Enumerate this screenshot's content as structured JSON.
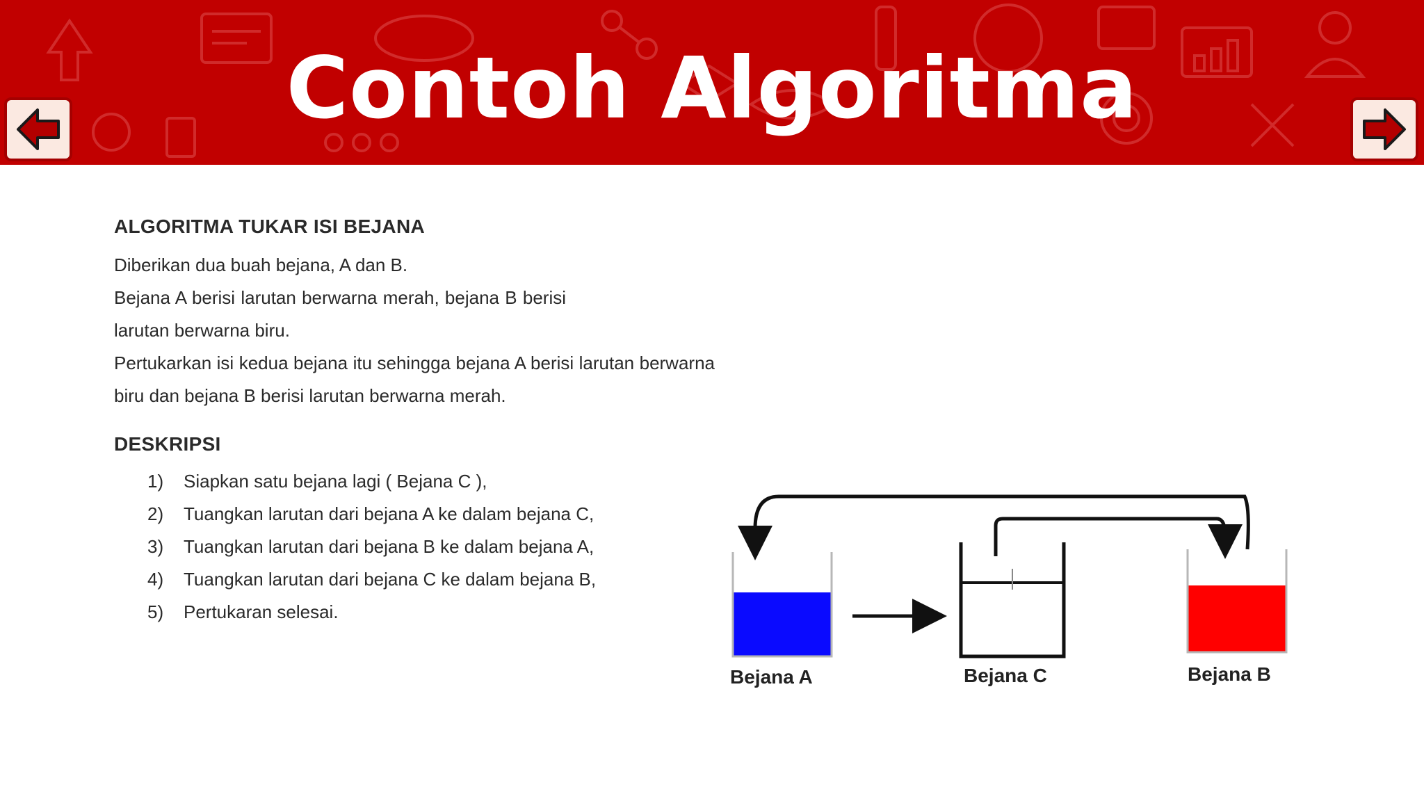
{
  "slide": {
    "title": "Contoh Algoritma"
  },
  "navigation": {
    "prev_icon": "arrow-left-icon",
    "next_icon": "arrow-right-icon"
  },
  "colors": {
    "header": "#c10000",
    "blue_liquid": "#0a0aff",
    "red_liquid": "#ff0000"
  },
  "content": {
    "heading": "ALGORITMA TUKAR ISI BEJANA",
    "paragraphs": [
      "Diberikan dua buah bejana, A dan B.",
      "Bejana A berisi larutan berwarna merah, bejana B berisi larutan berwarna biru.",
      "Pertukarkan isi kedua bejana itu sehingga bejana A berisi larutan berwarna biru dan bejana B berisi larutan berwarna merah."
    ],
    "description_heading": "DESKRIPSI",
    "steps": [
      {
        "num": "1)",
        "text": "Siapkan satu bejana lagi ( Bejana C ),"
      },
      {
        "num": "2)",
        "text": "Tuangkan larutan dari bejana A ke dalam bejana C,"
      },
      {
        "num": "3)",
        "text": "Tuangkan larutan dari bejana B ke dalam bejana A,"
      },
      {
        "num": "4)",
        "text": "Tuangkan larutan dari bejana C ke dalam bejana B,"
      },
      {
        "num": "5)",
        "text": "Pertukaran selesai."
      }
    ]
  },
  "diagram": {
    "vessels": [
      {
        "label": "Bejana A"
      },
      {
        "label": "Bejana C"
      },
      {
        "label": "Bejana B"
      }
    ]
  }
}
